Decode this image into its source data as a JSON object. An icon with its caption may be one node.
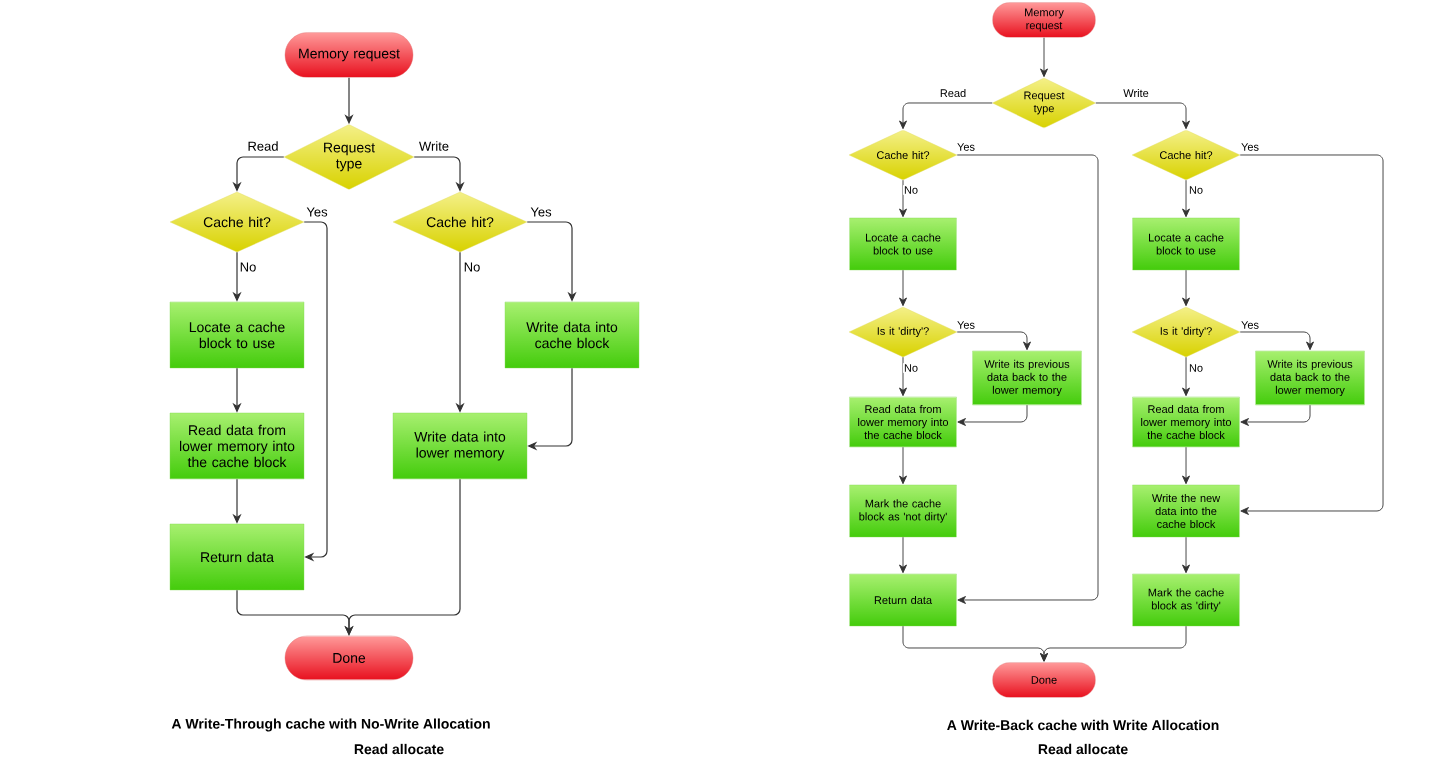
{
  "diagram": {
    "nodes": [
      {
        "text": [
          "Memory request"
        ]
      },
      {
        "text": [
          "Request type"
        ]
      },
      {
        "text": [
          "Cache hit?"
        ]
      },
      {
        "text": [
          "Cache hit?"
        ]
      },
      {
        "text": [
          "Locate a cache block to use"
        ]
      },
      {
        "text": [
          "Write data into cache block"
        ]
      },
      {
        "text": [
          "Read data from lower memory into the cache block"
        ]
      },
      {
        "text": [
          "Write data into lower memory"
        ]
      },
      {
        "text": [
          "Return data"
        ]
      },
      {
        "text": [
          "Done"
        ]
      },
      {
        "text": [
          "Memory request"
        ]
      },
      {
        "text": [
          "Request type"
        ]
      },
      {
        "text": [
          "Cache hit?"
        ]
      },
      {
        "text": [
          "Cache hit?"
        ]
      },
      {
        "text": [
          "Locate a cache block to use"
        ]
      },
      {
        "text": [
          "Locate a cache block to use"
        ]
      },
      {
        "text": [
          "Is it 'dirty'?"
        ]
      },
      {
        "text": [
          "Is it 'dirty'?"
        ]
      },
      {
        "text": [
          "Write its previous data back to the lower memory"
        ]
      },
      {
        "text": [
          "Write its previous data back to the lower memory"
        ]
      },
      {
        "text": [
          "Read data from lower memory into the cache block"
        ]
      },
      {
        "text": [
          "Read data from lower memory into the cache block"
        ]
      },
      {
        "text": [
          "Mark the cache block as 'not dirty'"
        ]
      },
      {
        "text": [
          "Write the new data into the cache block"
        ]
      },
      {
        "text": [
          "Return data"
        ]
      },
      {
        "text": [
          "Mark the cache block as 'dirty'"
        ]
      },
      {
        "text": [
          "Done"
        ]
      }
    ],
    "edges": [
      {
        "from": 0,
        "to": 1,
        "arrow": "to"
      },
      {
        "from": 1,
        "to": 2,
        "arrow": "to",
        "label": "Read"
      },
      {
        "from": 1,
        "to": 3,
        "arrow": "to",
        "label": "Write"
      },
      {
        "from": 2,
        "to": 4,
        "arrow": "to",
        "label": "No"
      },
      {
        "from": 2,
        "to": 8,
        "arrow": "to",
        "label": "Yes"
      },
      {
        "from": 3,
        "to": 7,
        "arrow": "to",
        "label": "No"
      },
      {
        "from": 3,
        "to": 5,
        "arrow": "to",
        "label": "Yes"
      },
      {
        "from": 4,
        "to": 6,
        "arrow": "to"
      },
      {
        "from": 6,
        "to": 8,
        "arrow": "to"
      },
      {
        "from": 5,
        "to": 7,
        "arrow": "to"
      },
      {
        "from": 8,
        "to": 9,
        "arrow": "to"
      },
      {
        "from": 7,
        "to": 9,
        "arrow": "to"
      },
      {
        "from": 10,
        "to": 11,
        "arrow": "to"
      },
      {
        "from": 11,
        "to": 12,
        "arrow": "to",
        "label": "Read"
      },
      {
        "from": 11,
        "to": 13,
        "arrow": "to",
        "label": "Write"
      },
      {
        "from": 12,
        "to": 14,
        "arrow": "to",
        "label": "No"
      },
      {
        "from": 12,
        "to": 24,
        "arrow": "to",
        "label": "Yes"
      },
      {
        "from": 13,
        "to": 15,
        "arrow": "to",
        "label": "No"
      },
      {
        "from": 13,
        "to": 23,
        "arrow": "to",
        "label": "Yes"
      },
      {
        "from": 14,
        "to": 16,
        "arrow": "to"
      },
      {
        "from": 15,
        "to": 17,
        "arrow": "to"
      },
      {
        "from": 16,
        "to": 20,
        "arrow": "to",
        "label": "No"
      },
      {
        "from": 16,
        "to": 18,
        "arrow": "to",
        "label": "Yes"
      },
      {
        "from": 17,
        "to": 21,
        "arrow": "to",
        "label": "No"
      },
      {
        "from": 17,
        "to": 19,
        "arrow": "to",
        "label": "Yes"
      },
      {
        "from": 18,
        "to": 20,
        "arrow": "to"
      },
      {
        "from": 19,
        "to": 21,
        "arrow": "to"
      },
      {
        "from": 20,
        "to": 22,
        "arrow": "to"
      },
      {
        "from": 21,
        "to": 23,
        "arrow": "to"
      },
      {
        "from": 22,
        "to": 24,
        "arrow": "to"
      },
      {
        "from": 23,
        "to": 25,
        "arrow": "to"
      },
      {
        "from": 24,
        "to": 26,
        "arrow": "to"
      },
      {
        "from": 25,
        "to": 26,
        "arrow": "to"
      }
    ],
    "labels": [
      "A Write-Through cache with No-Write Allocation",
      "Read allocate",
      "A Write-Back cache with Write Allocation",
      "Read allocate"
    ]
  }
}
